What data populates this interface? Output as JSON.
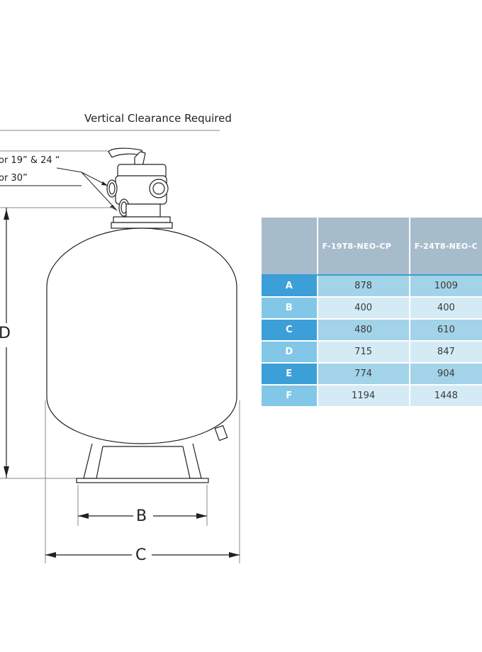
{
  "labels": {
    "clearance": "Vertical Clearance Required",
    "port_1": "or 19” & 24 “",
    "port_2": "or 30”"
  },
  "dimensions": {
    "d": "D",
    "b": "B",
    "c": "C"
  },
  "table": {
    "headers": [
      "F-19T8-NEO-CP",
      "F-24T8-NEO-C"
    ],
    "rows": [
      {
        "key": "A",
        "v1": "878",
        "v2": "1009"
      },
      {
        "key": "B",
        "v1": "400",
        "v2": "400"
      },
      {
        "key": "C",
        "v1": "480",
        "v2": "610"
      },
      {
        "key": "D",
        "v1": "715",
        "v2": "847"
      },
      {
        "key": "E",
        "v1": "774",
        "v2": "904"
      },
      {
        "key": "F",
        "v1": "1194",
        "v2": "1448"
      }
    ]
  },
  "colors": {
    "header_bg": "#a7bccb",
    "row_key_dark": "#3d9fd7",
    "row_key_light": "#82c7e8",
    "row_val_dark": "#a3d3e8",
    "row_val_light": "#d4ebf5",
    "tank_fill": "#ffffff",
    "line": "#231f20"
  }
}
